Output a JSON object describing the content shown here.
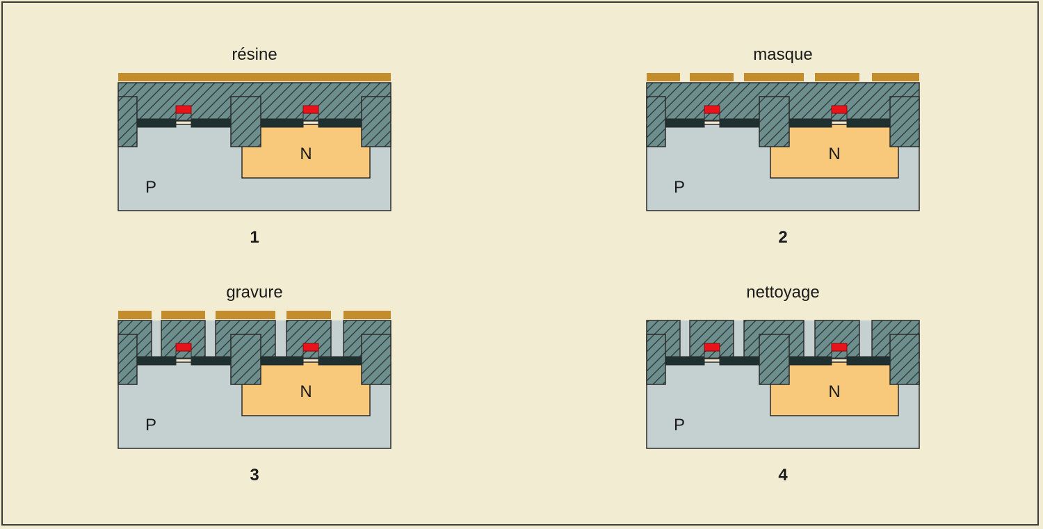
{
  "panels": [
    {
      "title": "résine",
      "number": "1"
    },
    {
      "title": "masque",
      "number": "2"
    },
    {
      "title": "gravure",
      "number": "3"
    },
    {
      "title": "nettoyage",
      "number": "4"
    }
  ],
  "labels": {
    "p_region": "P",
    "n_region": "N"
  },
  "colors": {
    "background": "#f2edd2",
    "substrate_p": "#c5d1d1",
    "well_n": "#f8c97a",
    "oxide_hatch": "#6e8e8e",
    "gate_dark": "#1e3030",
    "gate_red": "#e8141c",
    "resist": "#c38c2c",
    "outline": "#2a2a2a"
  }
}
